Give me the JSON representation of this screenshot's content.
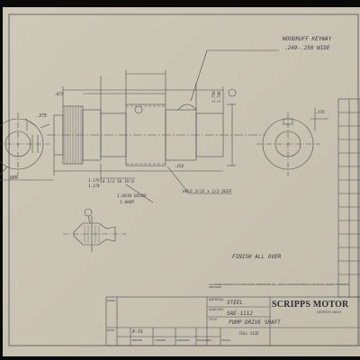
{
  "callouts": {
    "keyway_1": "WOODRUFF KEYWAY",
    "keyway_2": ".249-.250 WIDE",
    "finish_all": "FINISH ALL OVER",
    "hole_note": "HOLE 3/32 x 1/2 DEEP",
    "thread": "14-1/2 56 TH'D",
    "grind_1": "1.0010 GRIND",
    "grind_2": "1.0005",
    "dim_1376": "1.376",
    "dim_1374": "1.374",
    "dim_875": ".875",
    "dim_376": ".376",
    "dim_375": ".375",
    "dim_250": ".250",
    "dim_1750": "1.750",
    "dim_1749": "1.749",
    "cut_lbl": "DER"
  },
  "title_block": {
    "material_label": "MATERIAL",
    "material": "STEEL",
    "analysis_label": "ANALYSIS",
    "analysis": "SAE-1112",
    "title_label": "TITLE",
    "title": "PUMP DRIVE SHAFT",
    "company": "SCRIPPS MOTOR",
    "city": "DETROIT, MICH.",
    "date_label": "DATE",
    "date": "8-31",
    "name_label": "NAME",
    "drawn_label": "DRAWN",
    "traced_label": "TRACED",
    "checked_label": "CHECKED",
    "engineer_label": "ENGINEER",
    "scale_label": "SCALE",
    "scale": "FULL SIZE",
    "fine_print": "ALLOWABLE VARIATION ON FRACTIONAL DIMENSIONS 1/64 - ROUGH SURFACE FINISH AS CALLED ON UNLESS OTHERWISE SPECIFIED"
  }
}
